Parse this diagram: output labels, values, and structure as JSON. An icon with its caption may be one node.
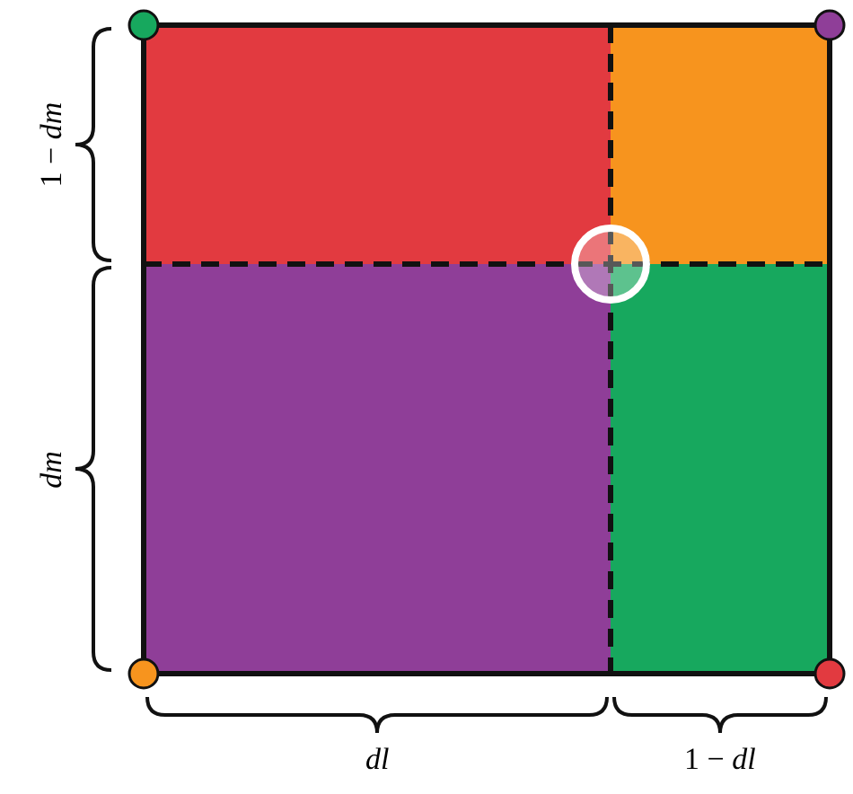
{
  "diagram": {
    "labels": [
      "1 − *dm*",
      "*dm*",
      "*dl*",
      "1 − *dl*"
    ]
  }
}
